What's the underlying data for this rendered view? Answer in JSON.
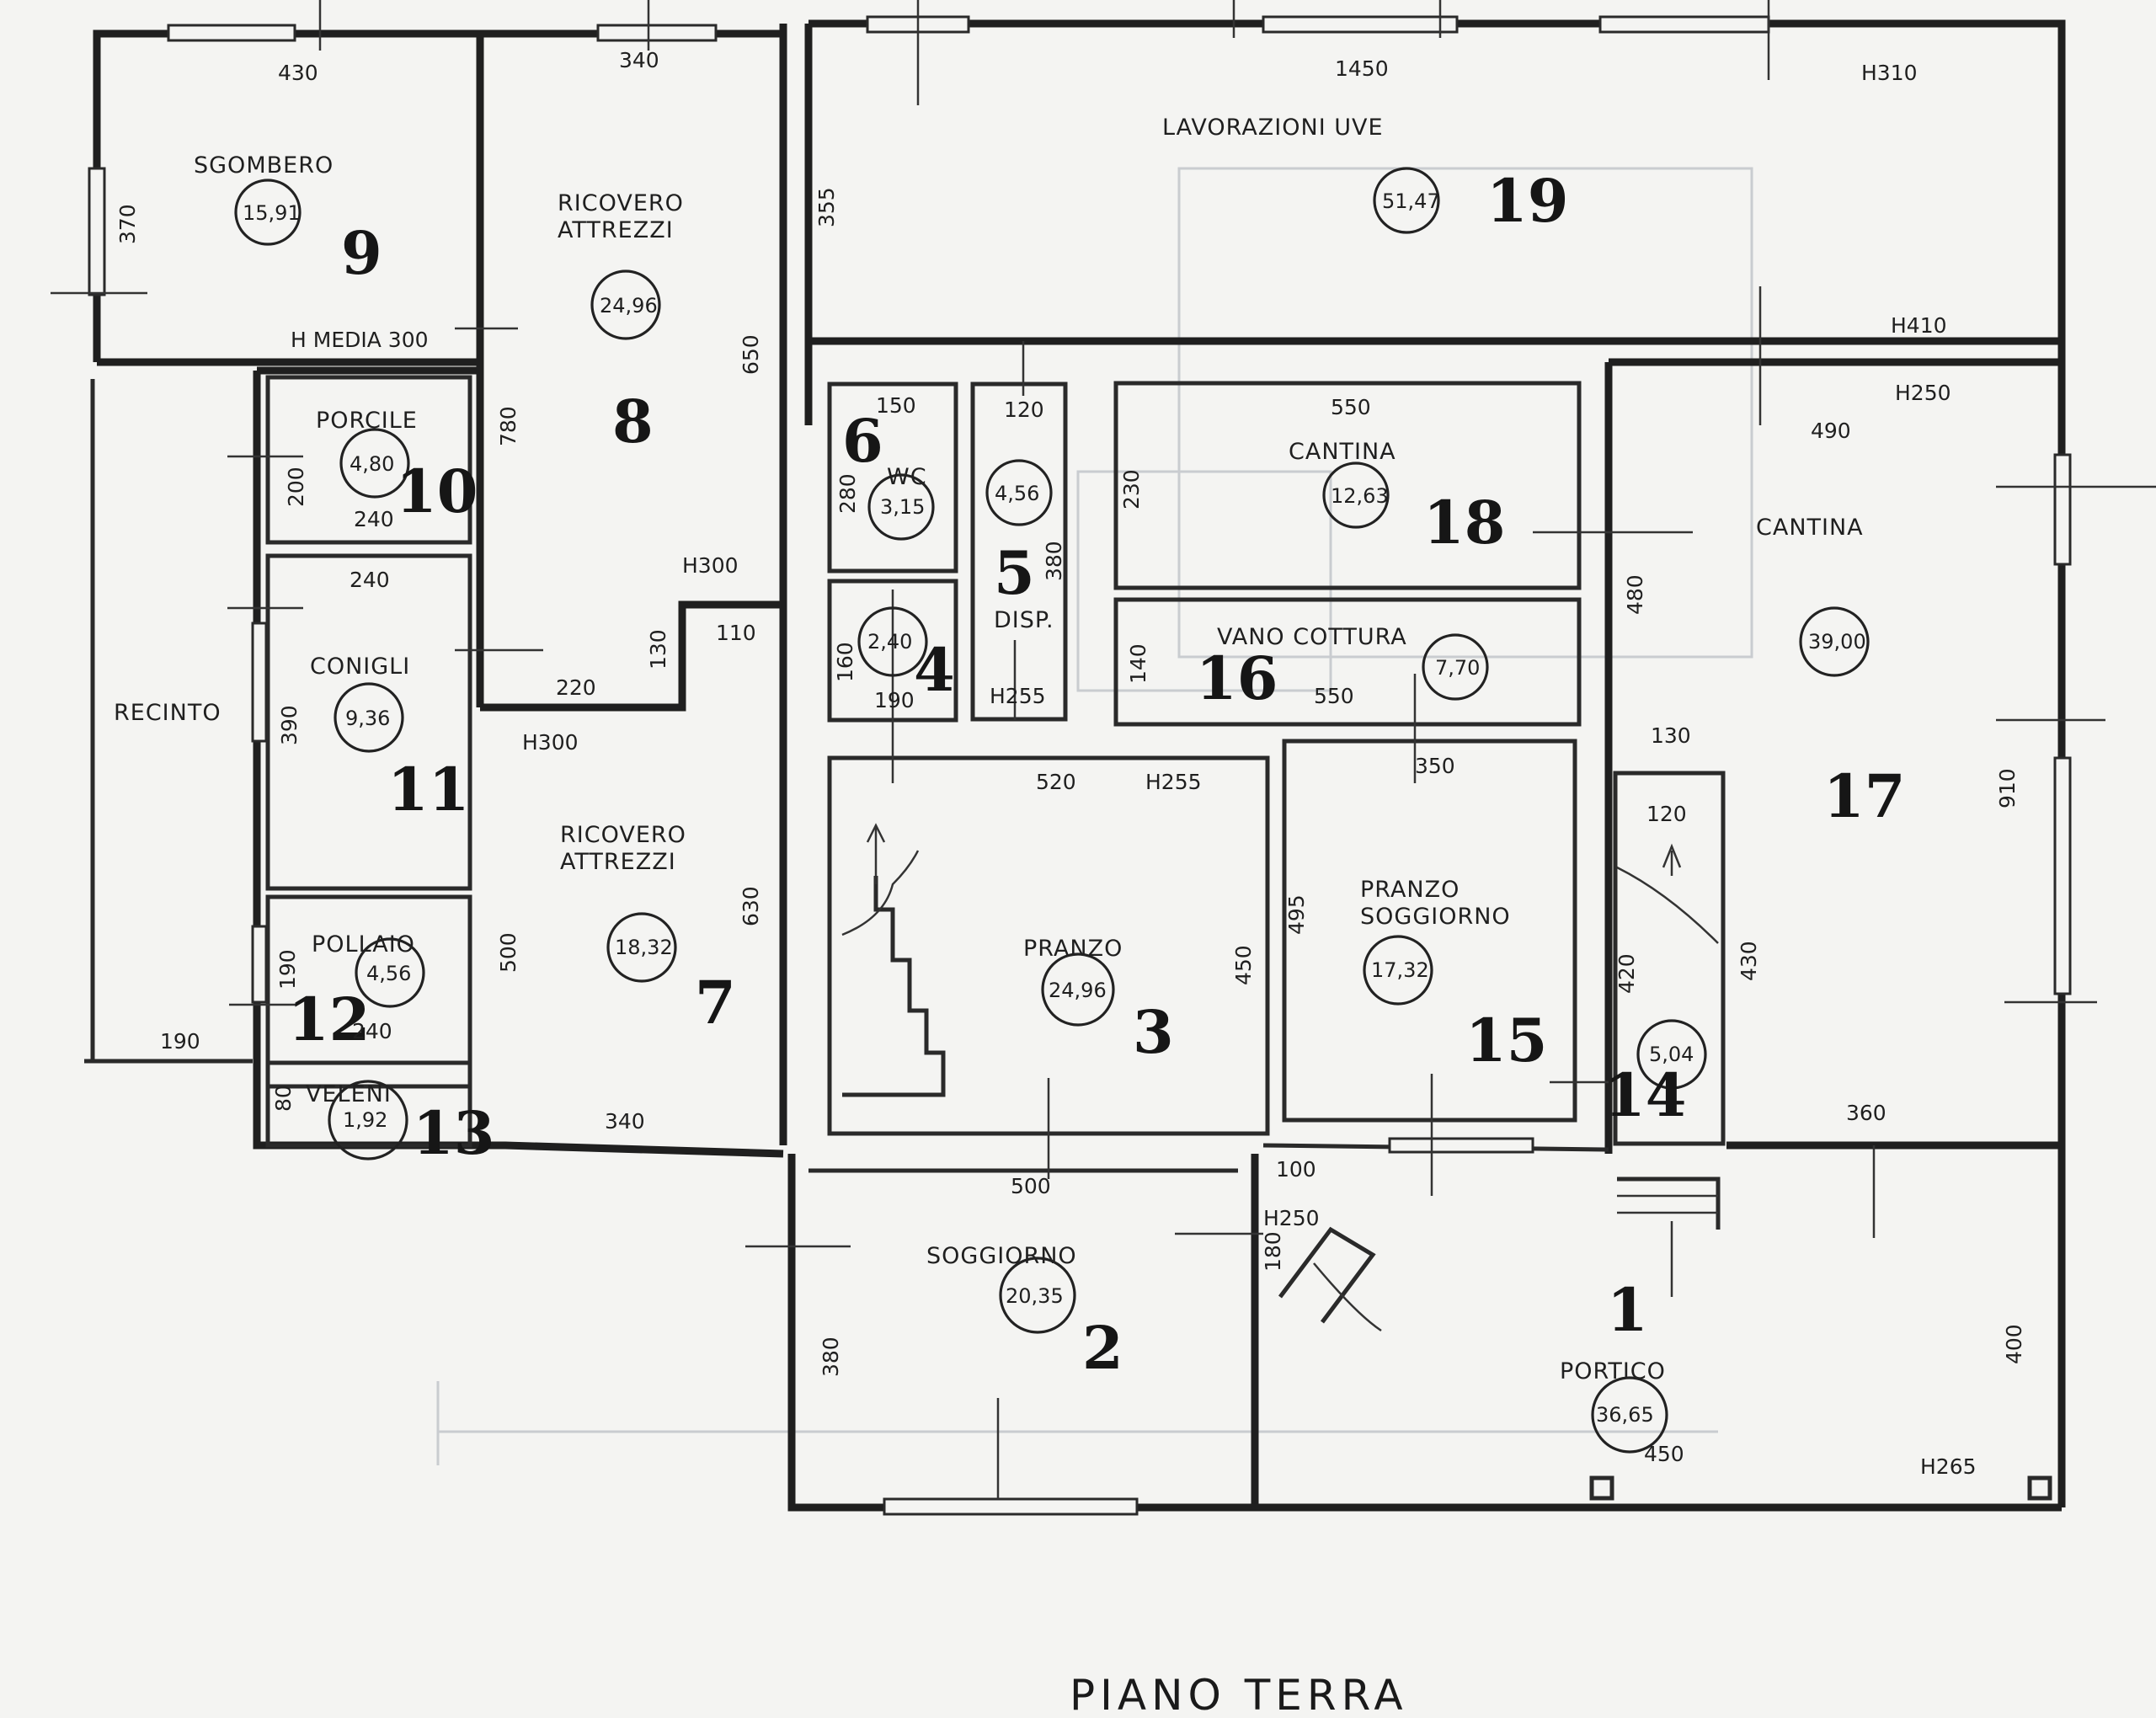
{
  "title": "PIANO TERRA",
  "rooms": [
    {
      "number": "1",
      "name": "PORTICO",
      "area": "36,65"
    },
    {
      "number": "2",
      "name": "SOGGIORNO",
      "area": "20,35"
    },
    {
      "number": "3",
      "name": "PRANZO",
      "area": "24,96"
    },
    {
      "number": "4",
      "name": "",
      "area": "2,40"
    },
    {
      "number": "5",
      "name": "DISP.",
      "area": "4,56"
    },
    {
      "number": "6",
      "name": "WC",
      "area": "3,15"
    },
    {
      "number": "7",
      "name": "RICOVERO ATTREZZI",
      "area": "18,32"
    },
    {
      "number": "8",
      "name": "RICOVERO ATTREZZI",
      "area": "24,96"
    },
    {
      "number": "9",
      "name": "SGOMBERO",
      "area": "15,91"
    },
    {
      "number": "10",
      "name": "PORCILE",
      "area": "4,80"
    },
    {
      "number": "11",
      "name": "CONIGLI",
      "area": "9,36"
    },
    {
      "number": "12",
      "name": "POLLAIO",
      "area": "4,56"
    },
    {
      "number": "13",
      "name": "VELENI",
      "area": "1,92"
    },
    {
      "number": "14",
      "name": "",
      "area": "5,04"
    },
    {
      "number": "15",
      "name": "PRANZO SOGGIORNO",
      "area": "17,32"
    },
    {
      "number": "16",
      "name": "VANO COTTURA",
      "area": "7,70"
    },
    {
      "number": "17",
      "name": "CANTINA",
      "area": "39,00"
    },
    {
      "number": "18",
      "name": "CANTINA",
      "area": "12,63"
    },
    {
      "number": "19",
      "name": "LAVORAZIONI UVE",
      "area": "51,47"
    }
  ],
  "outdoor": {
    "recinto": "RECINTO"
  },
  "dimensions": {
    "d430a": "430",
    "d340a": "340",
    "d1450": "1450",
    "h310": "H310",
    "d370": "370",
    "hmedia": "H MEDIA 300",
    "d355": "355",
    "h410": "H410",
    "d650": "650",
    "d780": "780",
    "d150": "150",
    "d120a": "120",
    "d550a": "550",
    "h250a": "H250",
    "d490": "490",
    "d200": "200",
    "d240a": "240",
    "d280": "280",
    "d380a": "380",
    "d230": "230",
    "d480": "480",
    "d240b": "240",
    "h300a": "H300",
    "d110": "110",
    "d130a": "130",
    "d160": "160",
    "d190a": "190",
    "h255a": "H255",
    "d140": "140",
    "d550b": "550",
    "d220": "220",
    "h300b": "H300",
    "d390": "390",
    "d350": "350",
    "d130b": "130",
    "d120b": "120",
    "d520": "520",
    "h255b": "H255",
    "d910": "910",
    "d630": "630",
    "d495": "495",
    "d450": "450",
    "d500a": "500",
    "d190b": "190",
    "d190c": "190",
    "d240c": "240",
    "d420": "420",
    "d430b": "430",
    "d80": "80",
    "d340b": "340",
    "d360": "360",
    "d500b": "500",
    "d100": "100",
    "h250b": "H250",
    "d180": "180",
    "d380b": "380",
    "d400": "400",
    "d450b": "450",
    "h265": "H265"
  }
}
